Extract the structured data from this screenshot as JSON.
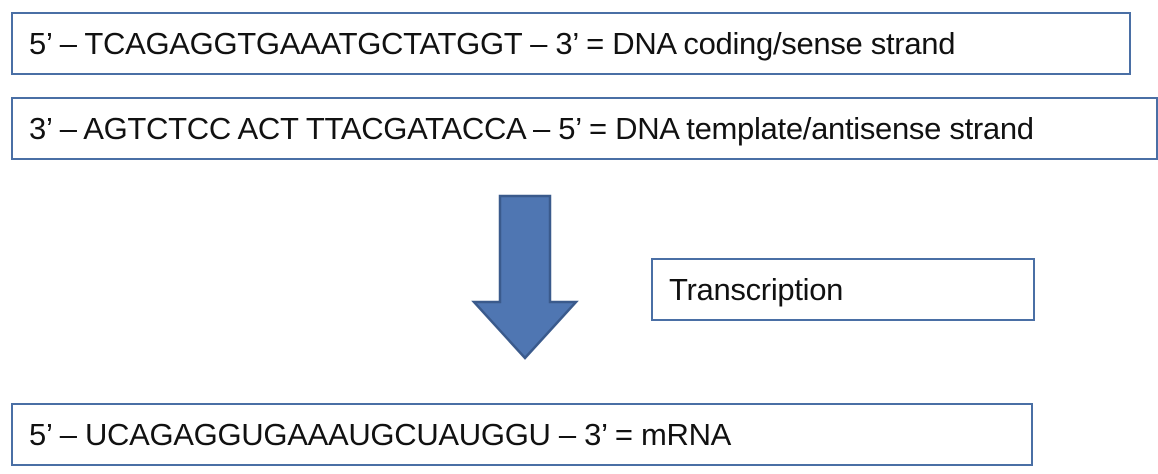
{
  "coding_strand": {
    "text": "5’ – TCAGAGGTGAAATGCTATGGT – 3’ = DNA coding/sense strand"
  },
  "template_strand": {
    "text": "3’ – AGTCTCC ACT TTACGATACCA – 5’ = DNA template/antisense strand"
  },
  "process": {
    "label": "Transcription",
    "arrow_icon": "down-arrow-icon",
    "arrow_color": "#4f76b2",
    "arrow_border_color": "#3a5a8c"
  },
  "mrna": {
    "text": "5’ – UCAGAGGUGAAAUGCUAUGGU – 3’ = mRNA"
  },
  "colors": {
    "box_border": "#4a6fa5",
    "text": "#111111"
  }
}
